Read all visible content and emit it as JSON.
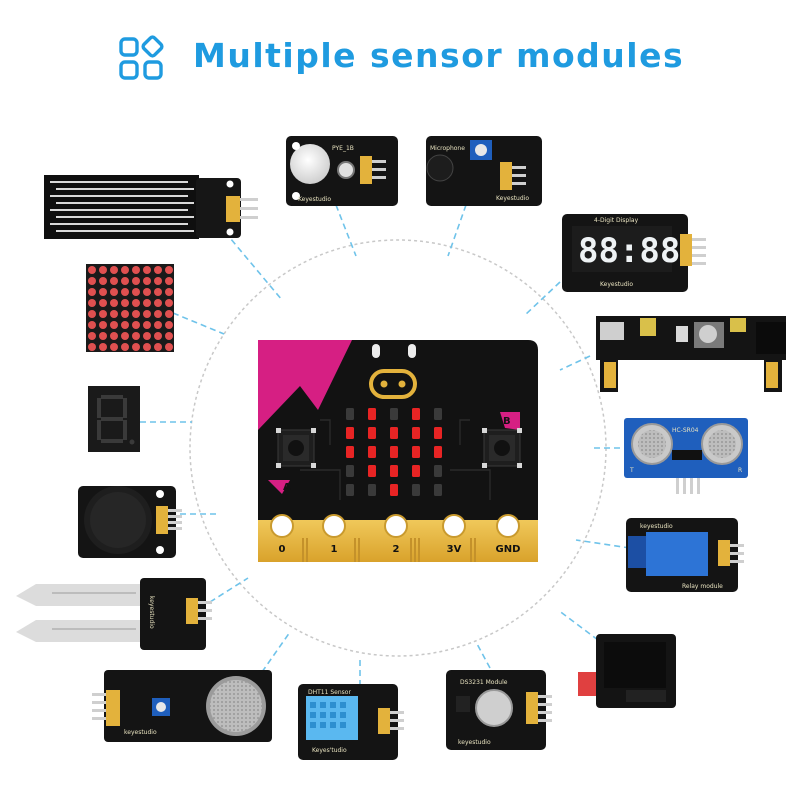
{
  "title": "Multiple sensor modules",
  "title_icon": "grid-diamond-icon",
  "colors": {
    "accent": "#1f9be0",
    "board_black": "#111111",
    "board_magenta": "#d61f83",
    "gold": "#e3b23c",
    "led_red": "#e82424",
    "relay_blue": "#1f5fbd"
  },
  "main_board": {
    "pins": [
      "0",
      "1",
      "2",
      "3V",
      "GND"
    ],
    "buttons": [
      "A",
      "B"
    ],
    "led_matrix_lit": [
      [
        0,
        1,
        0,
        1,
        0
      ],
      [
        1,
        1,
        1,
        1,
        1
      ],
      [
        1,
        1,
        1,
        1,
        1
      ],
      [
        0,
        1,
        1,
        1,
        0
      ],
      [
        0,
        0,
        1,
        0,
        0
      ]
    ]
  },
  "modules": {
    "pir": {
      "label": "PYE_1B",
      "brand": "Keyestudio"
    },
    "microphone": {
      "label": "Microphone",
      "brand": "Keyestudio"
    },
    "four_digit": {
      "label": "4-Digit Display",
      "digits": "88:88",
      "brand": "Keyestudio"
    },
    "ultrasonic": {
      "label": "HC-SR04",
      "left": "T",
      "right": "R"
    },
    "relay": {
      "brand": "keyestudio",
      "label": "Relay module"
    },
    "dht11": {
      "label": "DHT11 Sensor",
      "brand": "Keyes'tudio"
    },
    "ds3231": {
      "label": "DS3231 Module",
      "brand": "keyestudio"
    },
    "soil": {
      "brand": "keyestudio"
    },
    "gas": {
      "brand": "keyestudio"
    }
  }
}
